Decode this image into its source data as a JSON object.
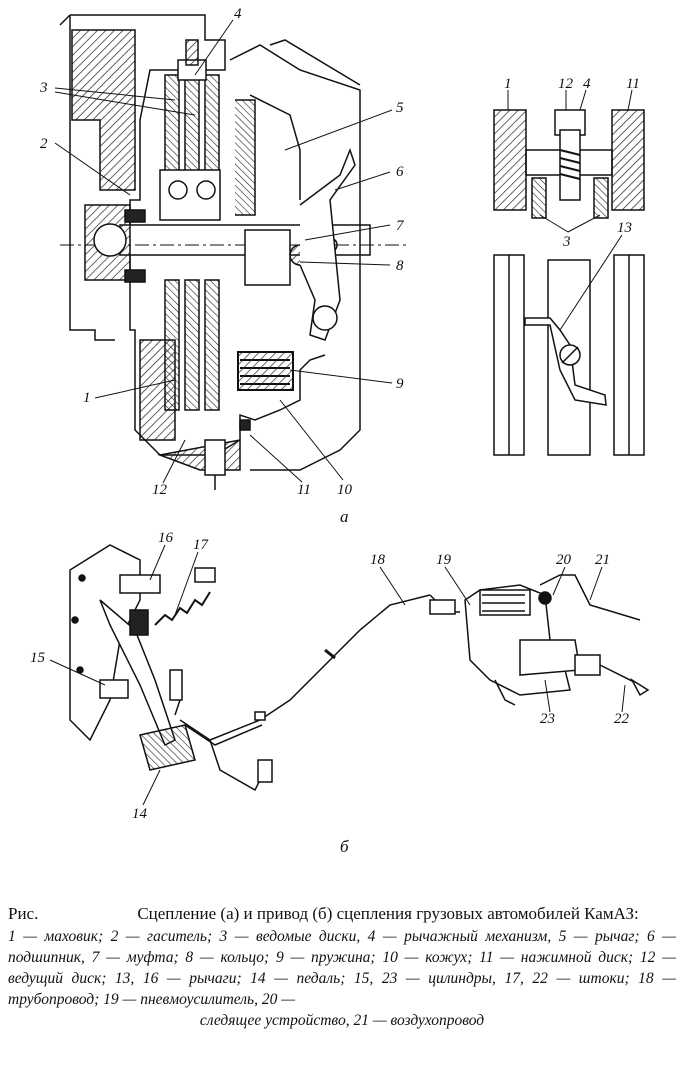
{
  "labels": {
    "a": [
      "4",
      "3",
      "2",
      "5",
      "6",
      "7",
      "8",
      "9",
      "1",
      "12",
      "11",
      "10"
    ],
    "b": [
      "1",
      "12",
      "4",
      "11",
      "3",
      "13"
    ],
    "c": [
      "16",
      "17",
      "15",
      "14",
      "18",
      "19",
      "20",
      "21",
      "23",
      "22"
    ]
  },
  "sub": {
    "a": "а",
    "b": "б"
  },
  "caption": {
    "prefix": "Рис.",
    "title": "Сцепление (а) и привод (б) сцепления грузовых автомобилей КамАЗ:",
    "legend_main": "1 — маховик; 2 — гаситель; 3 — ведомые диски, 4 — рычажный механизм, 5 — рычаг; 6 — подшипник, 7 — муфта; 8 — кольцо; 9 — пружина; 10 — кожух; 11 — нажимной диск; 12 — ведущий диск; 13, 16 — рычаги; 14 — педаль; 15, 23 — цилиндры, 17, 22 — штоки; 18 — трубопровод; 19 — пневмоусилитель, 20 —",
    "legend_last": "следящее устройство, 21 — воздухопровод"
  }
}
